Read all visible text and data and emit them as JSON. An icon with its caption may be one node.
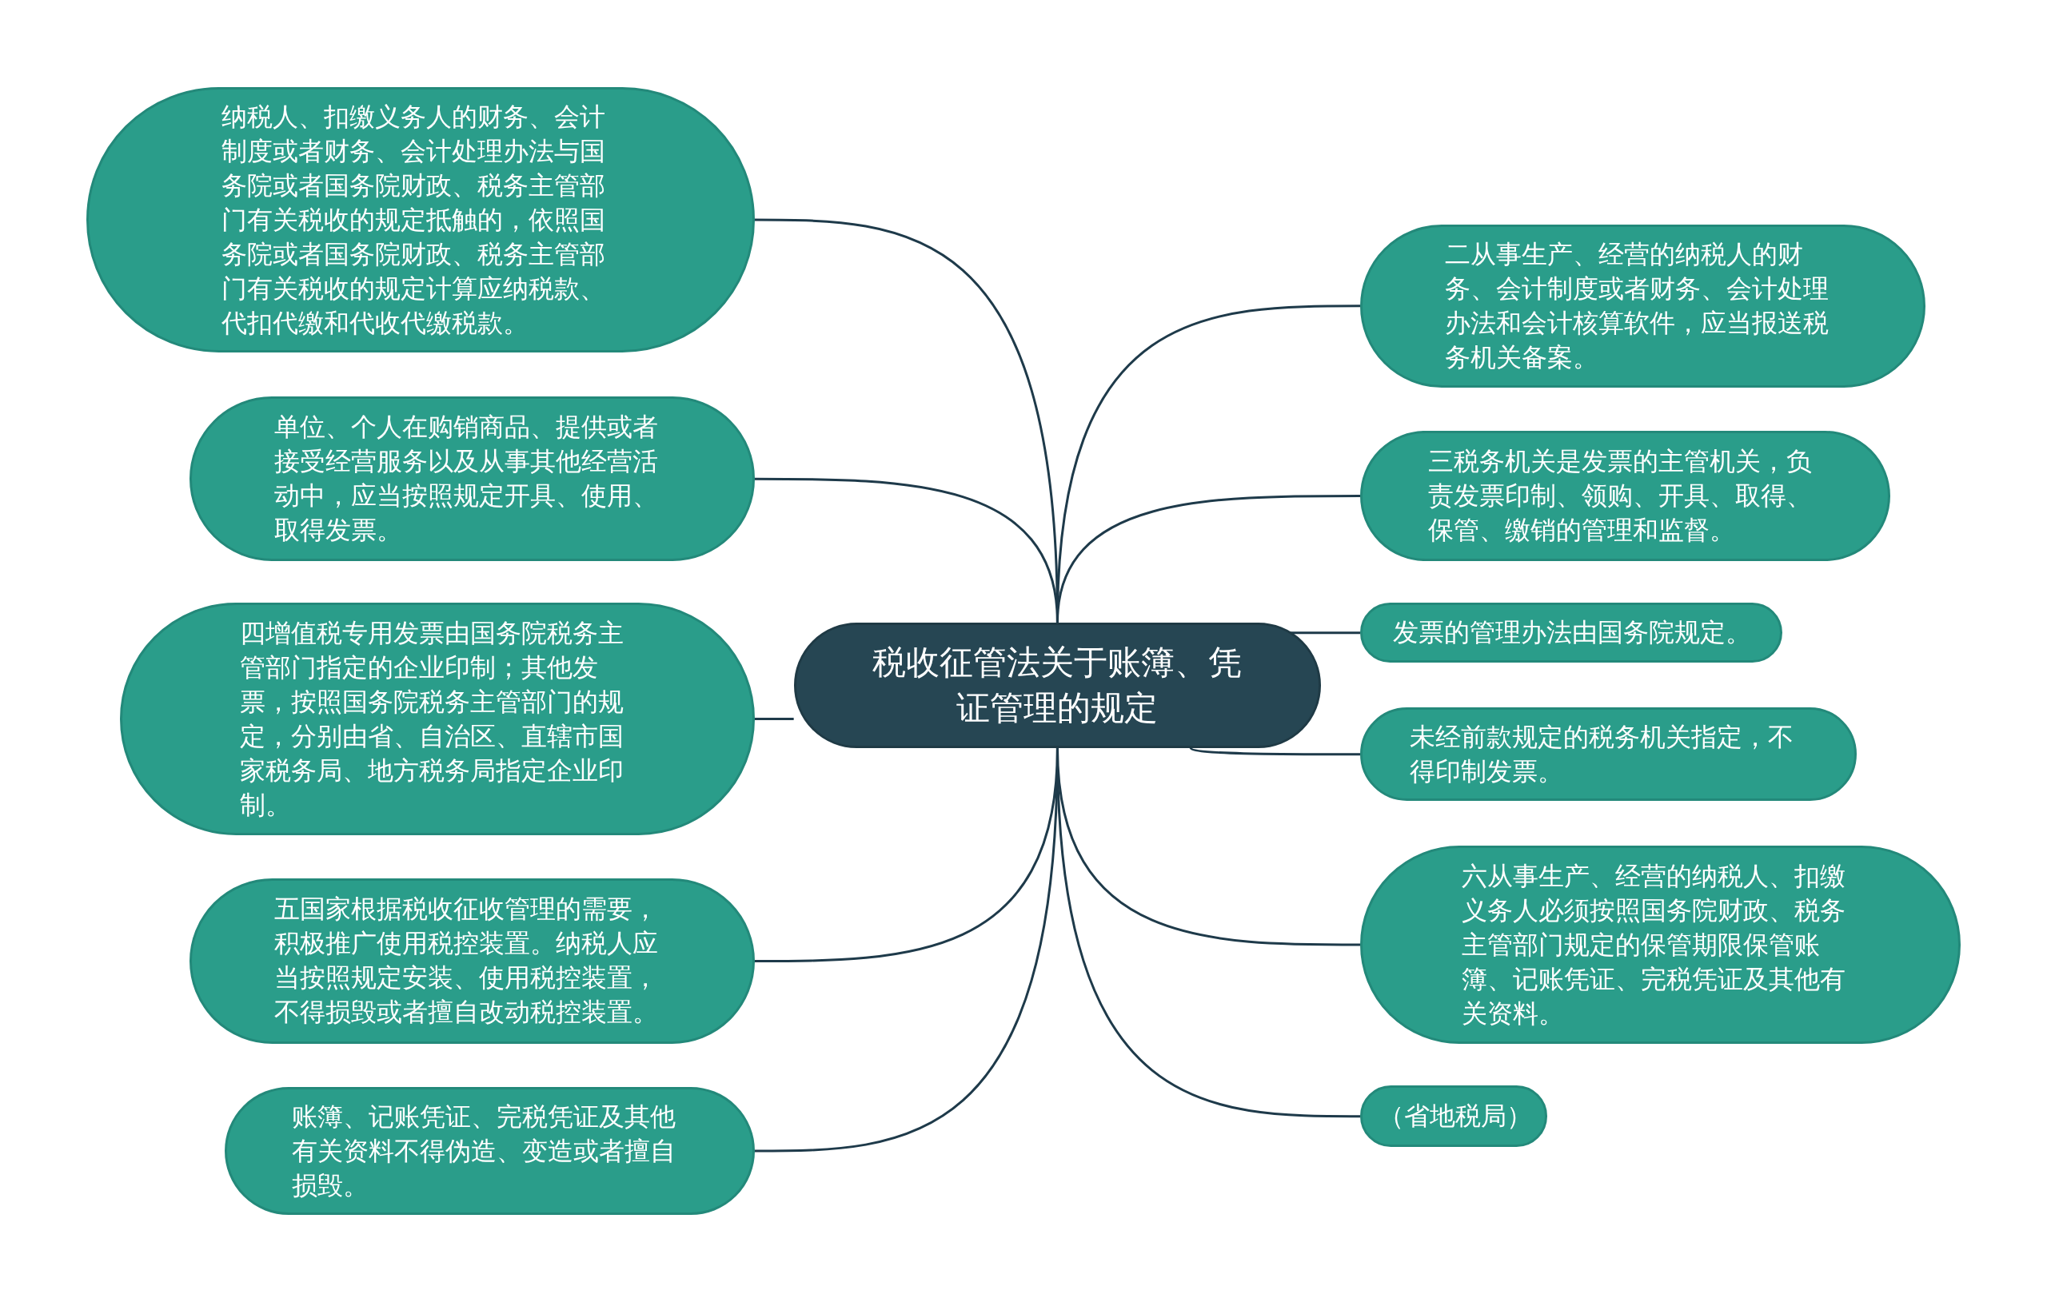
{
  "diagram": {
    "nodes": [
      {
        "text": [
          "税收征管法关于账簿、凭证管理的规定"
        ]
      },
      {
        "text": [
          "纳税人、扣缴义务人的财务、会计制度或者财务、会计处理办法与国务院或者国务院财政、税务主管部门有关税收的规定抵触的，依照国务院或者国务院财政、税务主管部门有关税收的规定计算应纳税款、代扣代缴和代收代缴税款。"
        ]
      },
      {
        "text": [
          "单位、个人在购销商品、提供或者接受经营服务以及从事其他经营活动中，应当按照规定开具、使用、取得发票。"
        ]
      },
      {
        "text": [
          "四增值税专用发票由国务院税务主管部门指定的企业印制；其他发票，按照国务院税务主管部门的规定，分别由省、自治区、直辖市国家税务局、地方税务局指定企业印制。"
        ]
      },
      {
        "text": [
          "五国家根据税收征收管理的需要，积极推广使用税控装置。纳税人应当按照规定安装、使用税控装置，不得损毁或者擅自改动税控装置。"
        ]
      },
      {
        "text": [
          "账簿、记账凭证、完税凭证及其他有关资料不得伪造、变造或者擅自损毁。"
        ]
      },
      {
        "text": [
          "二从事生产、经营的纳税人的财务、会计制度或者财务、会计处理办法和会计核算软件，应当报送税务机关备案。"
        ]
      },
      {
        "text": [
          "三税务机关是发票的主管机关，负责发票印制、领购、开具、取得、保管、缴销的管理和监督。"
        ]
      },
      {
        "text": [
          "发票的管理办法由国务院规定。"
        ]
      },
      {
        "text": [
          "未经前款规定的税务机关指定，不得印制发票。"
        ]
      },
      {
        "text": [
          "六从事生产、经营的纳税人、扣缴义务人必须按照国务院财政、税务主管部门规定的保管期限保管账簿、记账凭证、完税凭证及其他有关资料。"
        ]
      },
      {
        "text": [
          "（省地税局）"
        ]
      }
    ],
    "edges": [
      {
        "from": 0,
        "to": 1,
        "arrow": "none"
      },
      {
        "from": 0,
        "to": 2,
        "arrow": "none"
      },
      {
        "from": 0,
        "to": 3,
        "arrow": "none"
      },
      {
        "from": 0,
        "to": 4,
        "arrow": "none"
      },
      {
        "from": 0,
        "to": 5,
        "arrow": "none"
      },
      {
        "from": 0,
        "to": 6,
        "arrow": "none"
      },
      {
        "from": 0,
        "to": 7,
        "arrow": "none"
      },
      {
        "from": 0,
        "to": 8,
        "arrow": "none"
      },
      {
        "from": 0,
        "to": 9,
        "arrow": "none"
      },
      {
        "from": 0,
        "to": 10,
        "arrow": "none"
      },
      {
        "from": 0,
        "to": 11,
        "arrow": "none"
      }
    ]
  }
}
